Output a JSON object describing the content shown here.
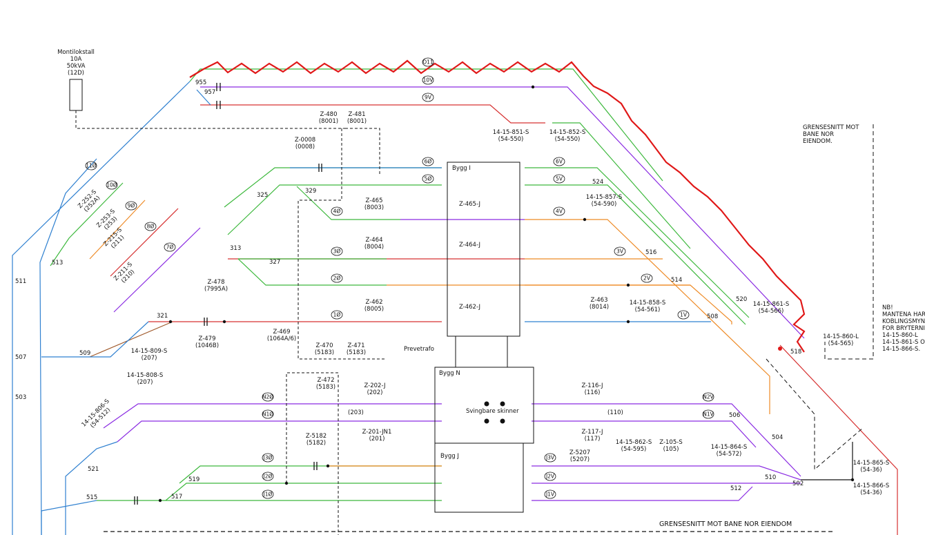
{
  "colors": {
    "green": "#3cb83c",
    "purple": "#8a2be2",
    "red": "#d63030",
    "blue": "#2f80d0",
    "orange": "#ee8a25",
    "brown": "#a05a2c",
    "black": "#111111",
    "markup": "#e01818"
  },
  "labels": {
    "montstall": [
      "Montilokstall",
      "10A",
      "50kVA",
      "(12D)"
    ],
    "t955": "955",
    "t957": "957",
    "z480": [
      "Z-480",
      "(8001)"
    ],
    "z481": [
      "Z-481",
      "(8001)"
    ],
    "z0008": [
      "Z-0008",
      "(0008)"
    ],
    "b851": [
      "14-15-851-S",
      "(54-550)"
    ],
    "b852": [
      "14-15-852-S",
      "(54-550)"
    ],
    "grense1": [
      "GRENSESNITT MOT",
      "BANE NOR",
      "EIENDOM."
    ],
    "nb": [
      "NB!",
      "MANTENA HAR",
      "KOBLINGSMYN",
      "FOR BRYTERNI",
      "14-15-860-L",
      "14-15-861-S O",
      "14-15-866-S."
    ],
    "bygg1": "Bygg I",
    "byggN": "Bygg N",
    "byggJ": "Bygg J",
    "svingbare": "Svingbare skinner",
    "prevetrafo": "Prevetrafo",
    "grense2": "GRENSESNITT MOT BANE NOR EIENDOM",
    "t329": "329",
    "t325": "325",
    "t524": "524",
    "z465": [
      "Z-465",
      "(8003)"
    ],
    "z465j": "Z-465-J",
    "b857": [
      "14-15-857-S",
      "(54-590)"
    ],
    "z464": [
      "Z-464",
      "(8004)"
    ],
    "z464j": "Z-464-J",
    "t327": "327",
    "t313": "313",
    "t516": "516",
    "t514": "514",
    "z478": [
      "Z-478",
      "(7995A)"
    ],
    "z462": [
      "Z-462",
      "(8005)"
    ],
    "z462j": "Z-462-J",
    "z463": [
      "Z-463",
      "(8014)"
    ],
    "b858": [
      "14-15-858-S",
      "(54-561)"
    ],
    "t508": "508",
    "t520": "520",
    "b861": [
      "14-15-861-S",
      "(54-566)"
    ],
    "b860": [
      "14-15-860-L",
      "(54-565)"
    ],
    "t518": "518",
    "t321": "321",
    "z479": [
      "Z-479",
      "(1046B)"
    ],
    "z469": [
      "Z-469",
      "(1064A/6)"
    ],
    "z470": [
      "Z-470",
      "(5183)"
    ],
    "z471": [
      "Z-471",
      "(5183)"
    ],
    "t509": "509",
    "t507": "507",
    "t503": "503",
    "t513": "513",
    "t511": "511",
    "t521": "521",
    "t515": "515",
    "t519": "519",
    "t517": "517",
    "t506": "506",
    "t504": "504",
    "t502": "502",
    "t510": "510",
    "t512": "512",
    "b809": [
      "14-15-809-S",
      "(207)"
    ],
    "b808": [
      "14-15-808-S",
      "(207)"
    ],
    "b806": [
      "14-15-806-S",
      "(54-512)"
    ],
    "z472": [
      "Z-472",
      "(5183)"
    ],
    "z202": [
      "Z-202-J",
      "(202)"
    ],
    "t203": "(203)",
    "z201": [
      "Z-201-JN1",
      "(201)"
    ],
    "z5182": [
      "Z-5182",
      "(5182)"
    ],
    "z116": [
      "Z-116-J",
      "(116)"
    ],
    "t110": "(110)",
    "z117": [
      "Z-117-J",
      "(117)"
    ],
    "z5207": [
      "Z-5207",
      "(5207)"
    ],
    "b862": [
      "14-15-862-S",
      "(54-595)"
    ],
    "z105": [
      "Z-105-S",
      "(105)"
    ],
    "b864": [
      "14-15-864-S",
      "(54-572)"
    ],
    "b865": [
      "14-15-865-S",
      "(54-36)"
    ],
    "b866": [
      "14-15-866-S",
      "(54-36)"
    ],
    "z252": [
      "Z-252-S",
      "(252A)"
    ],
    "z253": [
      "Z-253-S",
      "(253)"
    ],
    "z215": [
      "Z-215-S",
      "(211)"
    ],
    "z211": [
      "Z-211-S",
      "(210)"
    ]
  },
  "circles": {
    "o1": "O11",
    "v10": "10V",
    "v9": "9V",
    "o6": "6Ø",
    "o5": "5Ø",
    "o4": "4Ø",
    "o3": "3Ø",
    "o2": "2Ø",
    "o1b": "1Ø",
    "v6": "6V",
    "v5": "5V",
    "v4": "4V",
    "v3": "3V",
    "v2": "2V",
    "v1": "1V",
    "n20": "N2Ø",
    "n10": "N1Ø",
    "n2v": "N2V",
    "n1v": "N1V",
    "j30": "J3Ø",
    "j20": "J2Ø",
    "j10": "J1Ø",
    "j3v": "J3V",
    "j2v": "J2V",
    "j1v": "J1V",
    "s11": "11Ø",
    "s10": "10Ø",
    "s9": "9Ø",
    "s8": "8Ø",
    "s7": "7Ø"
  }
}
